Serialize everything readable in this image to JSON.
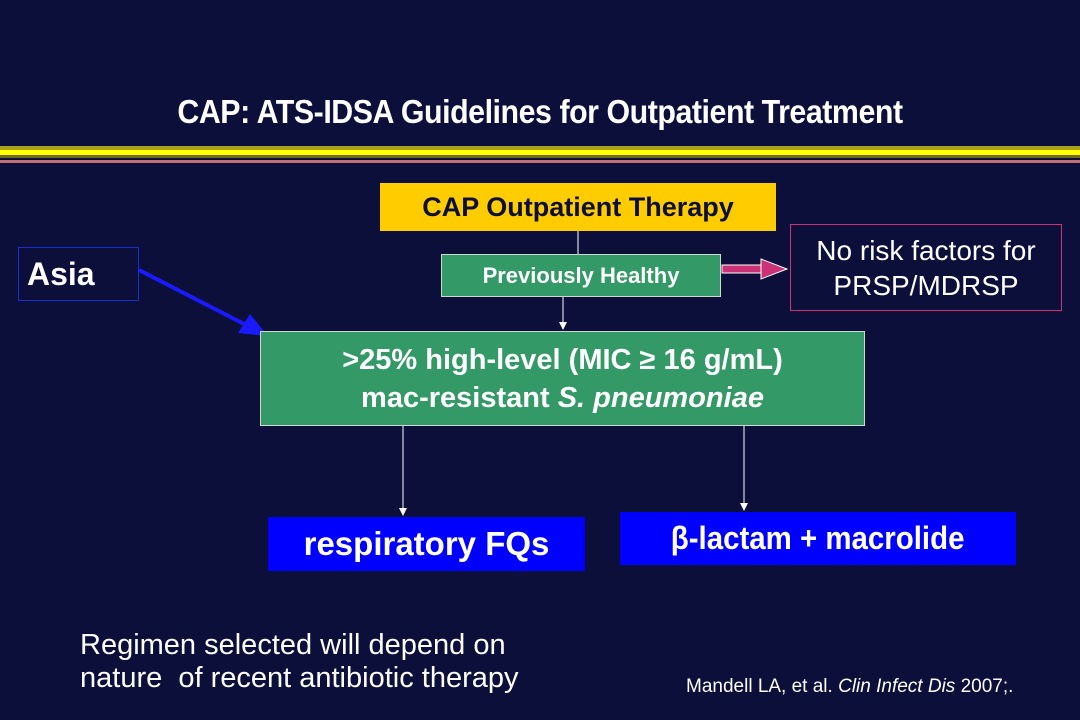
{
  "slide": {
    "title": "CAP: ATS-IDSA Guidelines for Outpatient Treatment",
    "band_colors": [
      "#a9a21a",
      "#ffff00",
      "#6f6c1e",
      "#c07070"
    ]
  },
  "diagram": {
    "therapy": "CAP Outpatient Therapy",
    "previously_healthy": "Previously Healthy",
    "risk_line1": "No risk factors for",
    "risk_line2": "PRSP/MDRSP",
    "asia": "Asia",
    "resist_line1": ">25% high-level (MIC ≥ 16  g/mL)",
    "resist_line2_prefix": "mac-resistant ",
    "resist_line2_italic": "S. pneumoniae",
    "respiratory": "respiratory FQs",
    "lactam": "β-lactam + macrolide"
  },
  "footer": {
    "note_line1": "Regimen selected will depend on",
    "note_line2": "nature  of recent antibiotic therapy",
    "cite_author": "Mandell LA, et al. ",
    "cite_journal": "Clin Infect Dis",
    "cite_year": " 2007;."
  },
  "colors": {
    "background": "#0b0f3a",
    "yellow": "#ffcc00",
    "green": "#339966",
    "blue": "#0000ff",
    "pink": "#cc3377"
  }
}
